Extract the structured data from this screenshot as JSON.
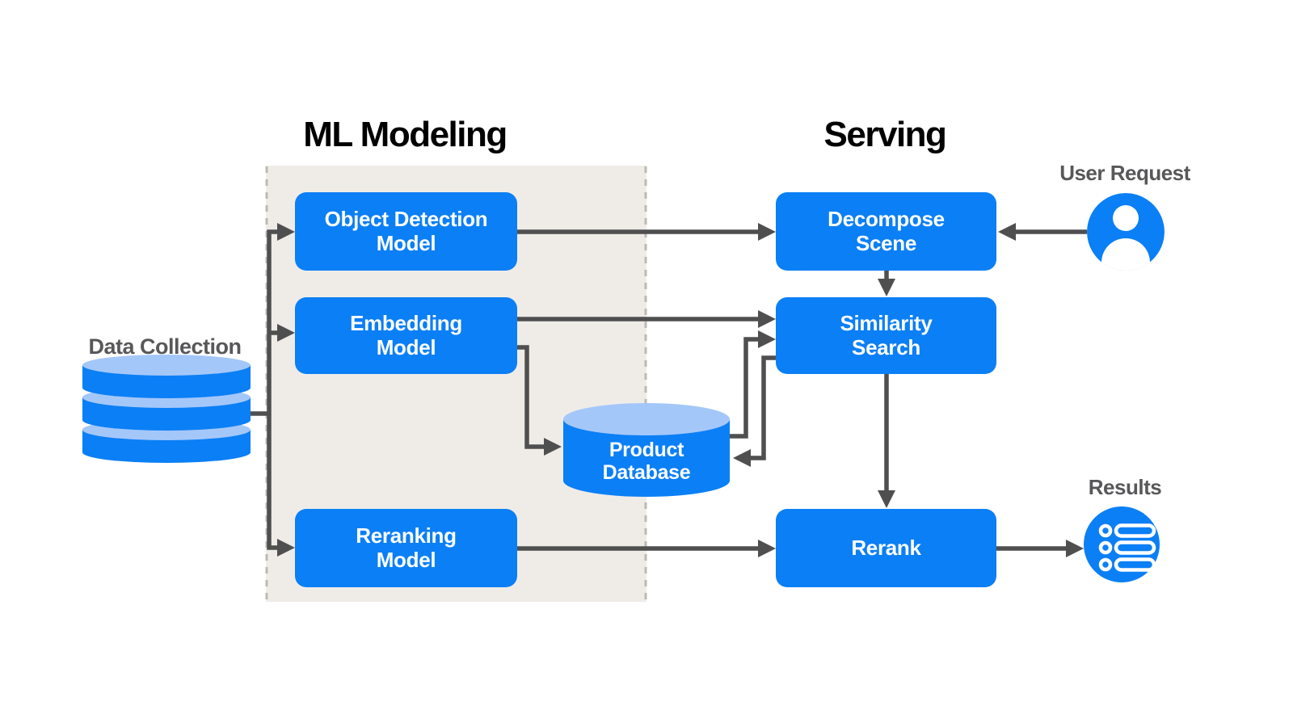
{
  "colors": {
    "accent-blue": "#0B7FF5",
    "light-blue": "#A4C7FA",
    "arrow-gray": "#4F4F4F",
    "label-gray": "#58585A",
    "region-fill": "#EFECE8",
    "region-border": "#BDBAB6",
    "title-black": "#000000"
  },
  "titles": {
    "ml_modeling": "ML Modeling",
    "serving": "Serving"
  },
  "nodes": {
    "object_detection": "Object Detection\nModel",
    "embedding": "Embedding\nModel",
    "reranking": "Reranking\nModel",
    "decompose": "Decompose\nScene",
    "similarity": "Similarity\nSearch",
    "rerank": "Rerank",
    "product_database": "Product\nDatabase"
  },
  "labels": {
    "data_collection": "Data Collection",
    "user_request": "User Request",
    "results": "Results"
  },
  "icons": {
    "data_collection": "database-stack-icon",
    "product_database": "database-icon",
    "user_request": "user-icon",
    "results": "results-list-icon"
  }
}
